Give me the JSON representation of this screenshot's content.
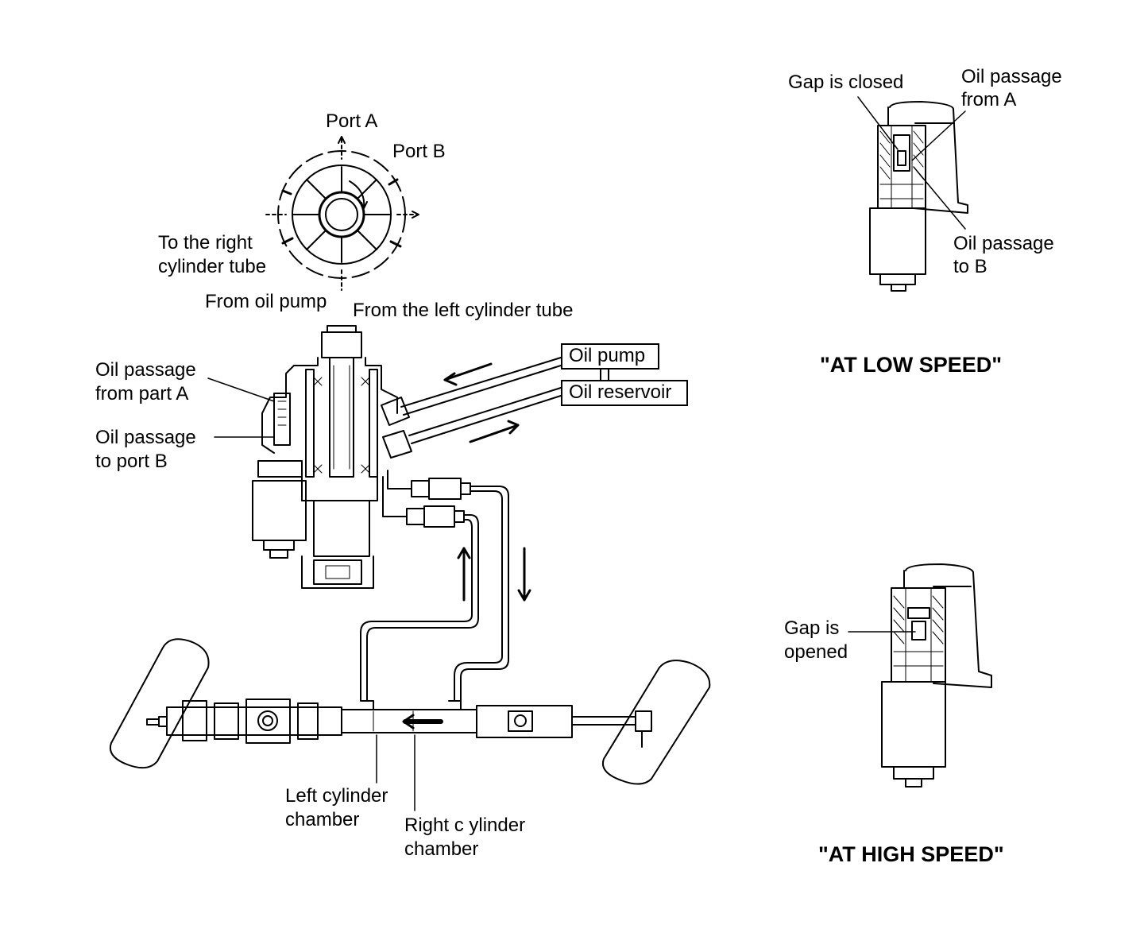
{
  "labels": {
    "port_a": "Port A",
    "port_b": "Port B",
    "to_right_cylinder_1": "To the right",
    "to_right_cylinder_2": "cylinder tube",
    "from_oil_pump": "From oil pump",
    "from_left_cylinder": "From the left cylinder tube",
    "oil_pump": "Oil pump",
    "oil_reservoir": "Oil reservoir",
    "oil_passage_from_part_a_1": "Oil passage",
    "oil_passage_from_part_a_2": "from part A",
    "oil_passage_to_port_b_1": "Oil passage",
    "oil_passage_to_port_b_2": "to port B",
    "left_cylinder_chamber_1": "Left cylinder",
    "left_cylinder_chamber_2": "chamber",
    "right_cylinder_chamber_1": "Right c ylinder",
    "right_cylinder_chamber_2": "chamber",
    "gap_closed": "Gap is closed",
    "oil_passage_from_a_1": "Oil passage",
    "oil_passage_from_a_2": "from A",
    "oil_passage_to_b_1": "Oil passage",
    "oil_passage_to_b_2": "to B",
    "gap_opened_1": "Gap is",
    "gap_opened_2": "opened"
  },
  "headers": {
    "low_speed": "\"AT LOW SPEED\"",
    "high_speed": "\"AT HIGH SPEED\""
  }
}
